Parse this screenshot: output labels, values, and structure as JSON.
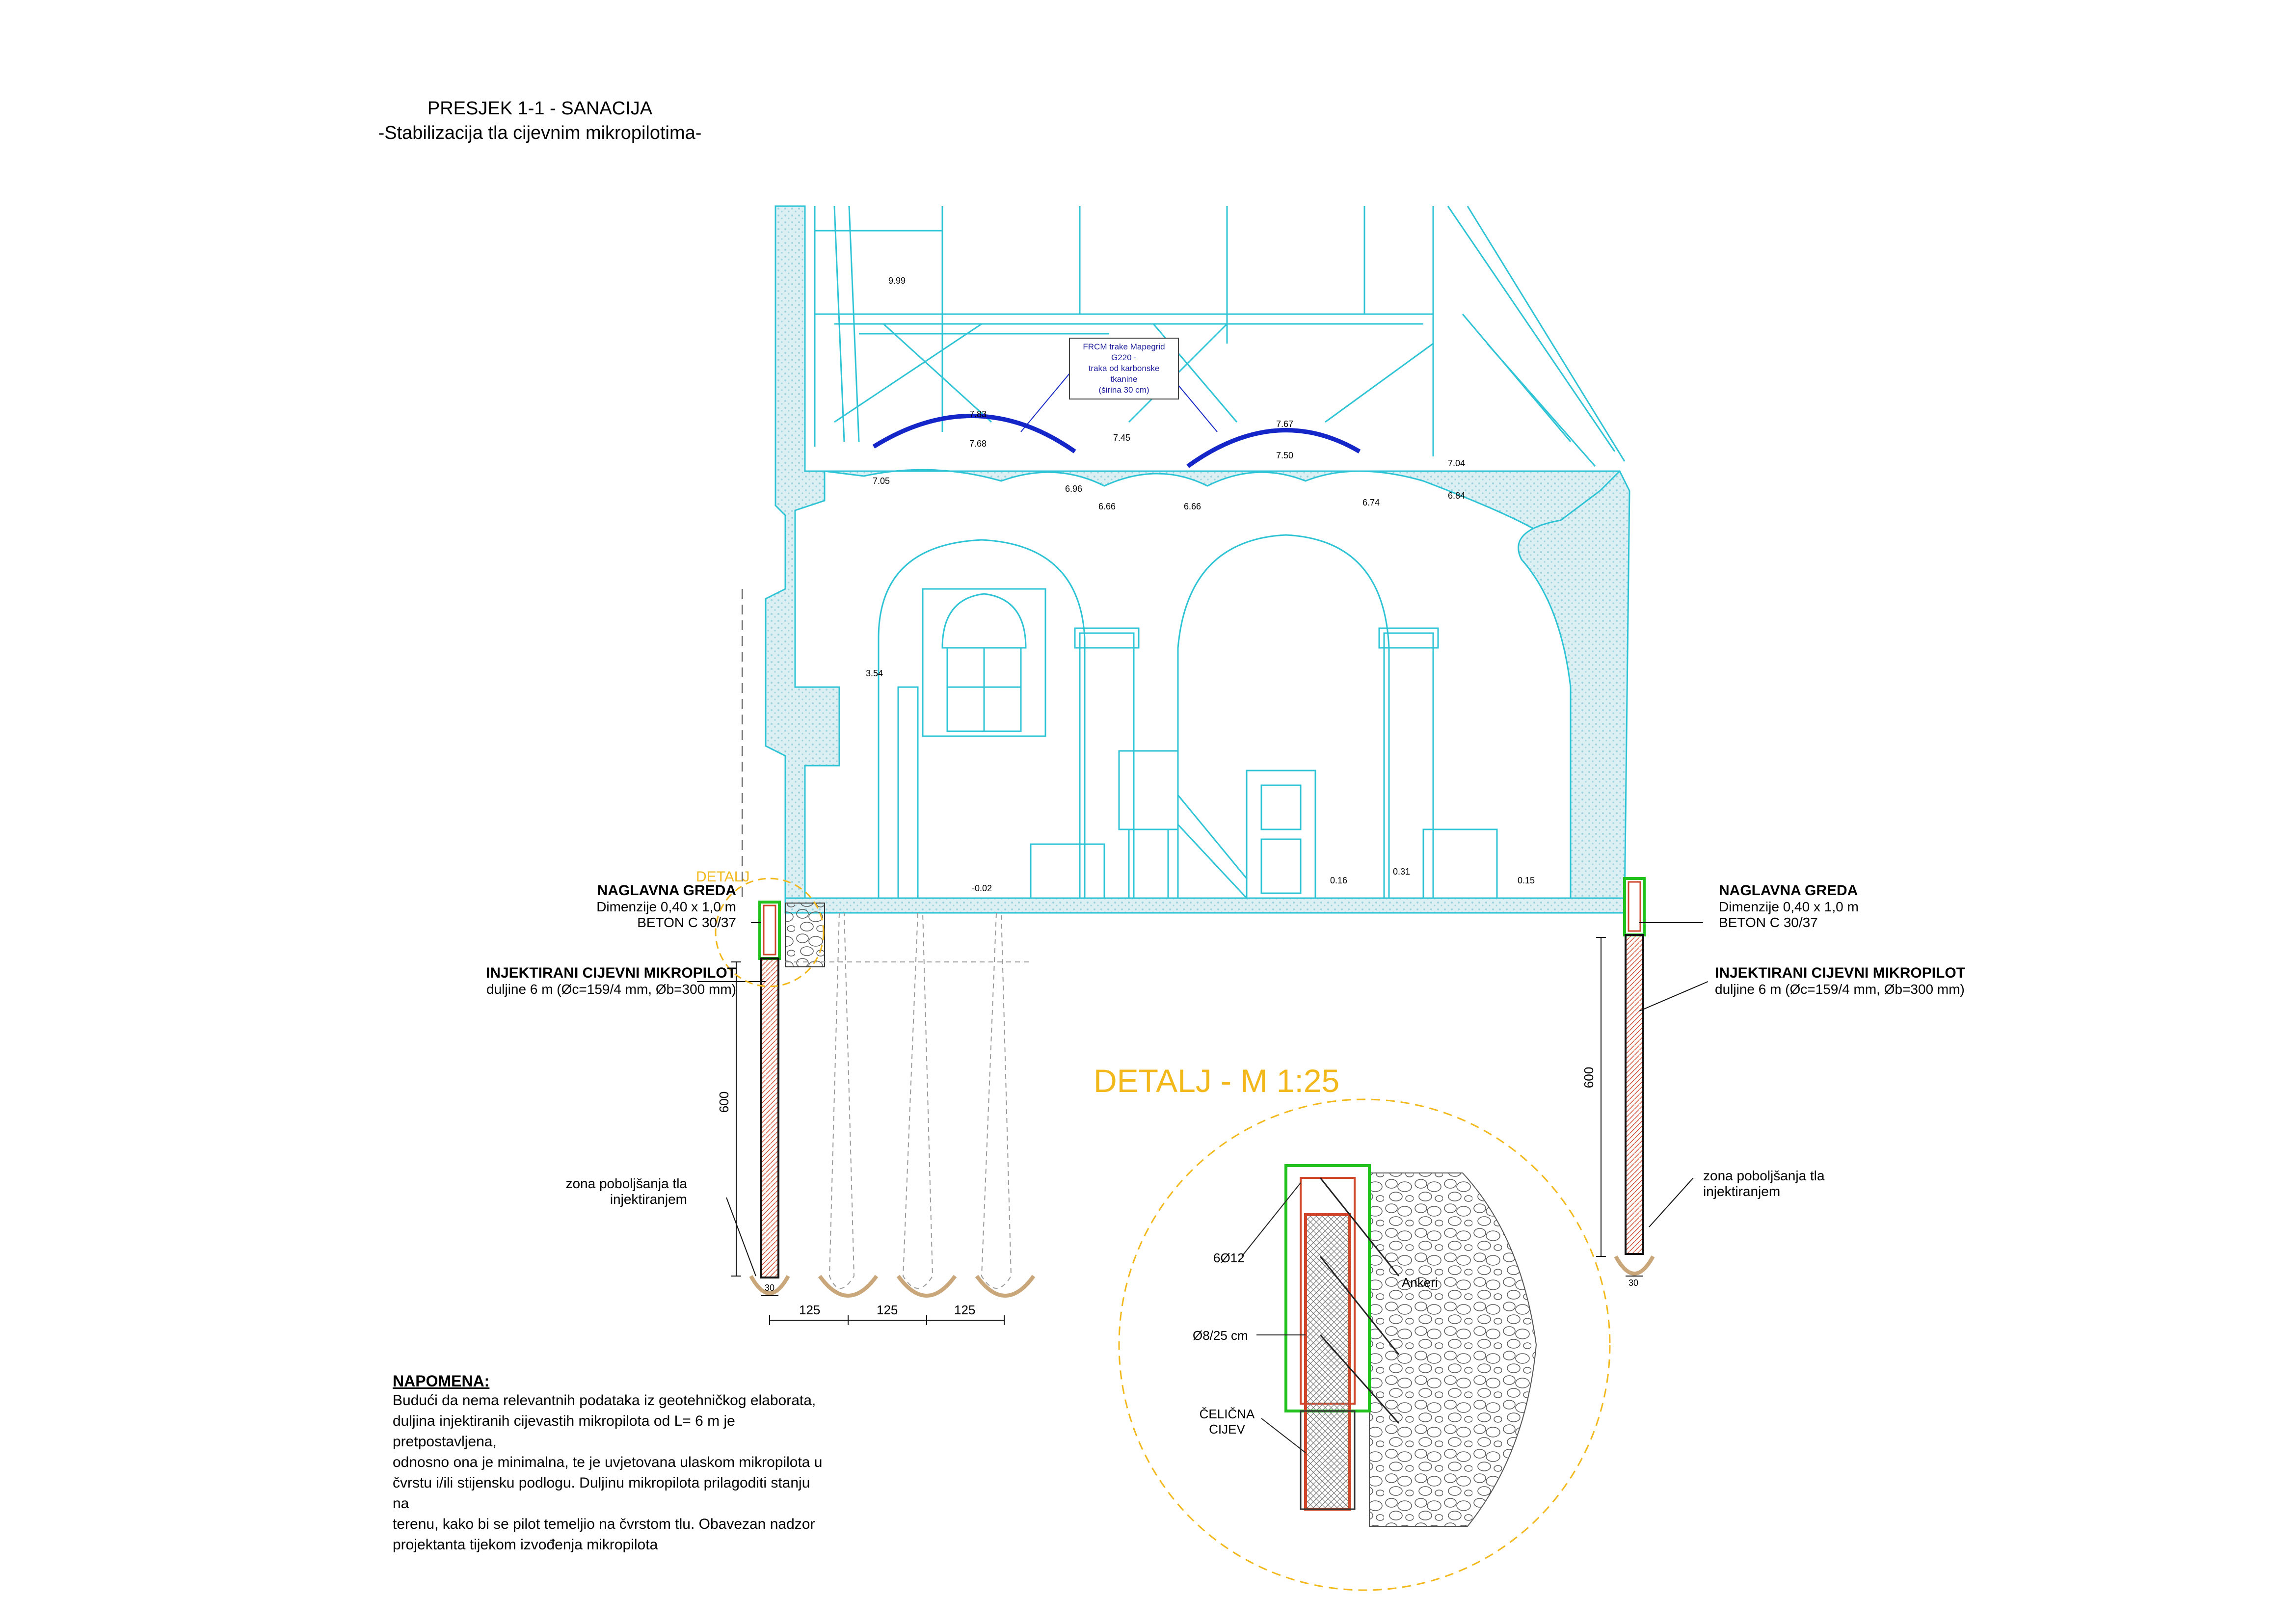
{
  "title": {
    "line1": "PRESJEK 1-1 - SANACIJA",
    "line2": "-Stabilizacija tla cijevnim mikropilotima-"
  },
  "frcm_note": {
    "line1": "FRCM trake Mapegrid G220 -",
    "line2": "traka od karbonske tkanine",
    "line3": "(širina 30 cm)"
  },
  "elevations": [
    "9.99",
    "7.83",
    "7.68",
    "7.67",
    "7.50",
    "7.45",
    "7.05",
    "6.96",
    "6.66",
    "6.66",
    "7.04",
    "6.74",
    "6.84",
    "3.54",
    "-0.02",
    "0.16",
    "0.31",
    "0.15"
  ],
  "detail_tag": "DETALJ",
  "left": {
    "greda_title": "NAGLAVNA GREDA",
    "greda_dim": "Dimenzije 0,40 x 1,0 m",
    "greda_beton": "BETON C 30/37",
    "pilot_title": "INJEKTIRANI CIJEVNI MIKROPILOT",
    "pilot_desc": "duljine 6 m (Øc=159/4 mm, Øb=300 mm)",
    "zona_line1": "zona poboljšanja tla",
    "zona_line2": "injektiranjem",
    "dim_600": "600",
    "dim_30": "30",
    "spacing": [
      "125",
      "125",
      "125"
    ]
  },
  "right": {
    "greda_title": "NAGLAVNA GREDA",
    "greda_dim": "Dimenzije 0,40 x 1,0 m",
    "greda_beton": "BETON C 30/37",
    "pilot_title": "INJEKTIRANI CIJEVNI MIKROPILOT",
    "pilot_desc": "duljine 6 m (Øc=159/4 mm, Øb=300 mm)",
    "zona_line1": "zona poboljšanja tla",
    "zona_line2": "injektiranjem",
    "dim_600": "600",
    "dim_30": "30"
  },
  "detail": {
    "heading": "DETALJ - M 1:25",
    "rebar": "6Ø12",
    "stirrup": "Ø8/25 cm",
    "anchors": "Ankeri",
    "pipe_line1": "ČELIČNA",
    "pipe_line2": "CIJEV"
  },
  "note": {
    "heading": "NAPOMENA:",
    "lines": [
      "Budući da nema relevantnih podataka iz geotehničkog elaborata,",
      "duljina injektiranih cijevastih mikropilota od L= 6 m je pretpostavljena,",
      "odnosno ona je minimalna, te je uvjetovana ulaskom mikropilota u",
      "čvrstu i/ili stijensku podlogu. Duljinu mikropilota prilagoditi stanju na",
      "terenu, kako bi se pilot temeljio na čvrstom tlu. Obavezan nadzor",
      "projektanta tijekom izvođenja mikropilota"
    ]
  },
  "colors": {
    "section": "#2ec4d6",
    "hatch": "#cfe9ef",
    "highlight": "#1526c8",
    "beam": "#22c21e",
    "pile": "#d0462a",
    "detail_orange": "#f2b81c",
    "soil": "#c9a77a"
  }
}
